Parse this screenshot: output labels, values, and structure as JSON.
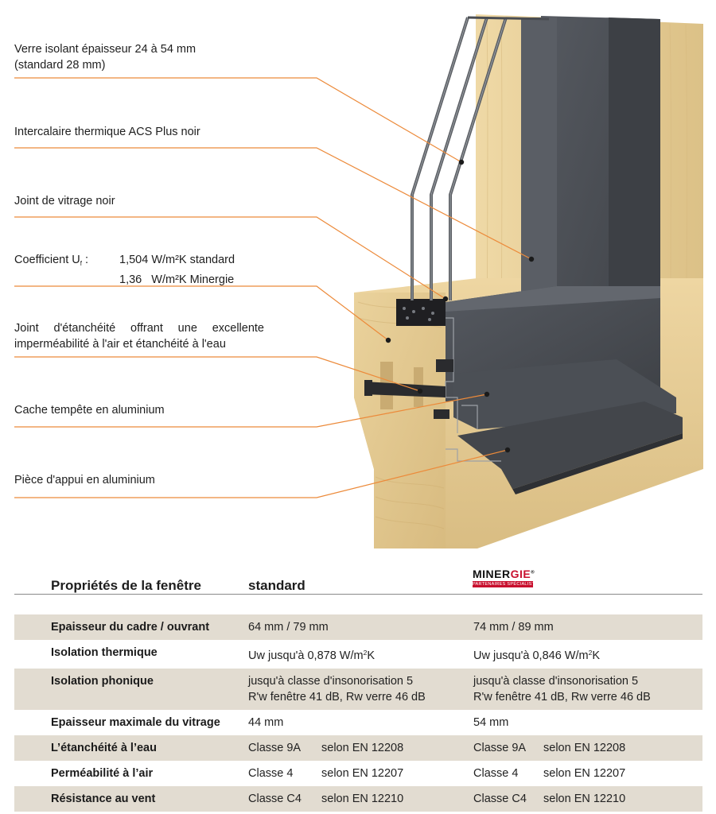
{
  "labels": {
    "verre": [
      "Verre isolant épaisseur 24 à 54 mm",
      "(standard 28 mm)"
    ],
    "intercalaire": "Intercalaire thermique ACS Plus noir",
    "joint_vitrage": "Joint de vitrage noir",
    "coefficient": {
      "name": "Coefficient U",
      "subscript": "f",
      "colon": ":",
      "values": [
        "1,504 W/m²K standard",
        "1,36   W/m²K Minergie"
      ]
    },
    "joint_etancheite": [
      "Joint d'étanchéité offrant une excellente",
      "imperméabilité à l'air et étanchéité à l'eau"
    ],
    "cache_tempete": "Cache tempête en aluminium",
    "piece_appui": "Pièce d'appui en aluminium"
  },
  "table": {
    "header": {
      "title": "Propriétés de la fenêtre",
      "col_standard": "standard",
      "minergie_logo": {
        "brand_left": "MINER",
        "brand_right": "GIE",
        "mark": "®",
        "tagline": "PARTENAIRES SPÉCIALISTES"
      }
    },
    "rows": [
      {
        "label": "Epaisseur du cadre / ouvrant",
        "standard": [
          "64 mm / 79 mm"
        ],
        "minergie": [
          "74 mm / 89 mm"
        ]
      },
      {
        "label": "Isolation thermique",
        "standard": [
          "Uw jusqu'à 0,878 W/m²K"
        ],
        "minergie": [
          "Uw jusqu'à 0,846 W/m²K"
        ]
      },
      {
        "label": "Isolation phonique",
        "standard": [
          "jusqu'à classe d'insonorisation 5",
          "R'w fenêtre 41 dB, Rw verre 46 dB"
        ],
        "minergie": [
          "jusqu'à classe d'insonorisation 5",
          "R'w fenêtre 41 dB, Rw verre 46 dB"
        ]
      },
      {
        "label": "Epaisseur maximale du vitrage",
        "standard": [
          "44 mm"
        ],
        "minergie": [
          "54 mm"
        ]
      },
      {
        "label": "L’étanchéité à l’eau",
        "standard_class": "Classe 9A",
        "standard_norm": "selon EN 12208",
        "minergie_class": "Classe 9A",
        "minergie_norm": "selon EN 12208"
      },
      {
        "label": "Perméabilité à l’air",
        "standard_class": "Classe 4",
        "standard_norm": "selon EN 12207",
        "minergie_class": "Classe 4",
        "minergie_norm": "selon EN 12207"
      },
      {
        "label": "Résistance au vent",
        "standard_class": "Classe C4",
        "standard_norm": "selon EN 12210",
        "minergie_class": "Classe C4",
        "minergie_norm": "selon EN 12210"
      }
    ]
  },
  "colors": {
    "leader_line": "#ec8a3a",
    "wood": "#e6cf9c",
    "aluminium": "#4a4d52",
    "row_shade": "#e2dcd1",
    "minergie_red": "#c8102e"
  }
}
